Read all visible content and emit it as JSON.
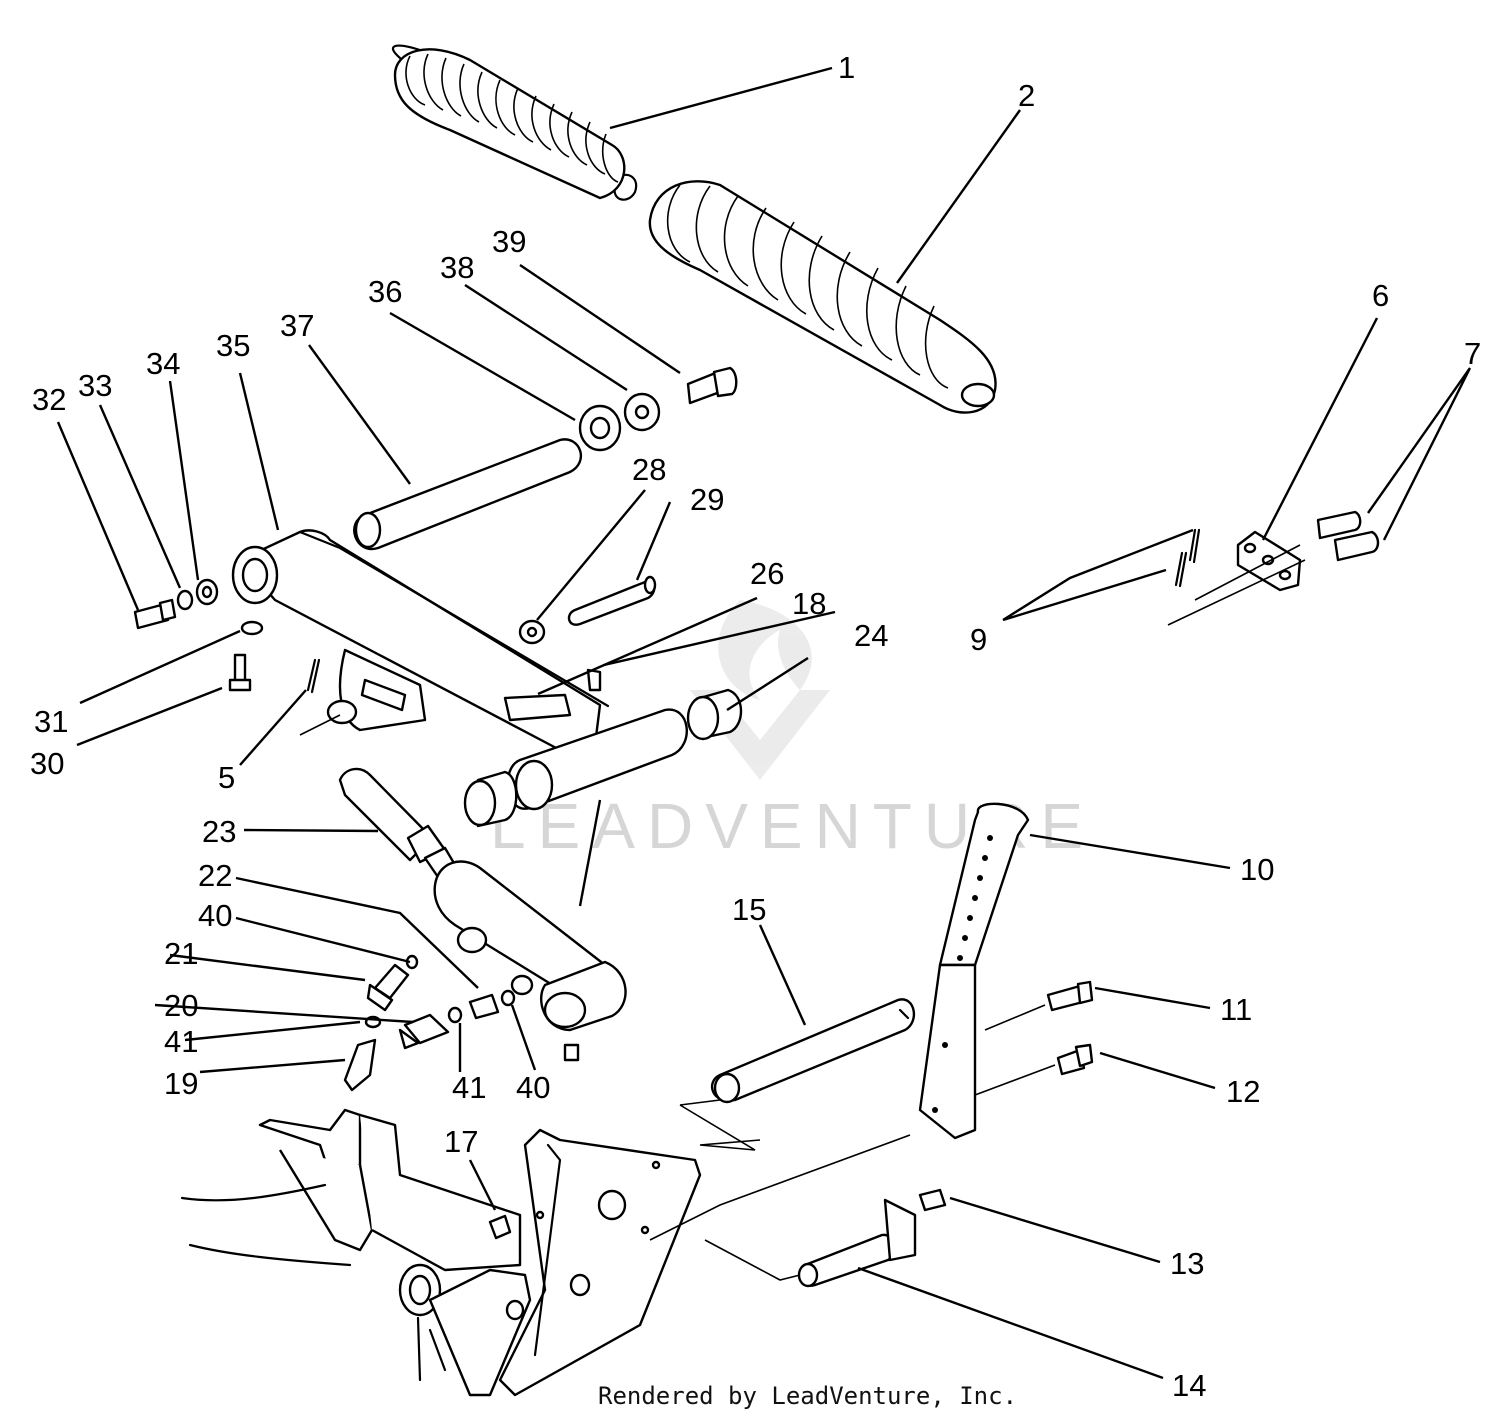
{
  "watermark": {
    "text": "LEADVENTURE"
  },
  "credit": {
    "text": "Rendered by LeadVenture, Inc."
  },
  "callouts": [
    {
      "id": "c1",
      "label": "1"
    },
    {
      "id": "c2",
      "label": "2"
    },
    {
      "id": "c5",
      "label": "5"
    },
    {
      "id": "c6",
      "label": "6"
    },
    {
      "id": "c7",
      "label": "7"
    },
    {
      "id": "c9",
      "label": "9"
    },
    {
      "id": "c10",
      "label": "10"
    },
    {
      "id": "c11",
      "label": "11"
    },
    {
      "id": "c12",
      "label": "12"
    },
    {
      "id": "c13",
      "label": "13"
    },
    {
      "id": "c14",
      "label": "14"
    },
    {
      "id": "c15",
      "label": "15"
    },
    {
      "id": "c17",
      "label": "17"
    },
    {
      "id": "c18",
      "label": "18"
    },
    {
      "id": "c19",
      "label": "19"
    },
    {
      "id": "c20",
      "label": "20"
    },
    {
      "id": "c21",
      "label": "21"
    },
    {
      "id": "c22",
      "label": "22"
    },
    {
      "id": "c23",
      "label": "23"
    },
    {
      "id": "c24",
      "label": "24"
    },
    {
      "id": "c26",
      "label": "26"
    },
    {
      "id": "c28",
      "label": "28"
    },
    {
      "id": "c29",
      "label": "29"
    },
    {
      "id": "c30",
      "label": "30"
    },
    {
      "id": "c31",
      "label": "31"
    },
    {
      "id": "c32",
      "label": "32"
    },
    {
      "id": "c33",
      "label": "33"
    },
    {
      "id": "c34",
      "label": "34"
    },
    {
      "id": "c35",
      "label": "35"
    },
    {
      "id": "c36",
      "label": "36"
    },
    {
      "id": "c37",
      "label": "37"
    },
    {
      "id": "c38",
      "label": "38"
    },
    {
      "id": "c39",
      "label": "39"
    },
    {
      "id": "c40a",
      "label": "40"
    },
    {
      "id": "c40b",
      "label": "40"
    },
    {
      "id": "c41a",
      "label": "41"
    },
    {
      "id": "c41b",
      "label": "41"
    }
  ]
}
